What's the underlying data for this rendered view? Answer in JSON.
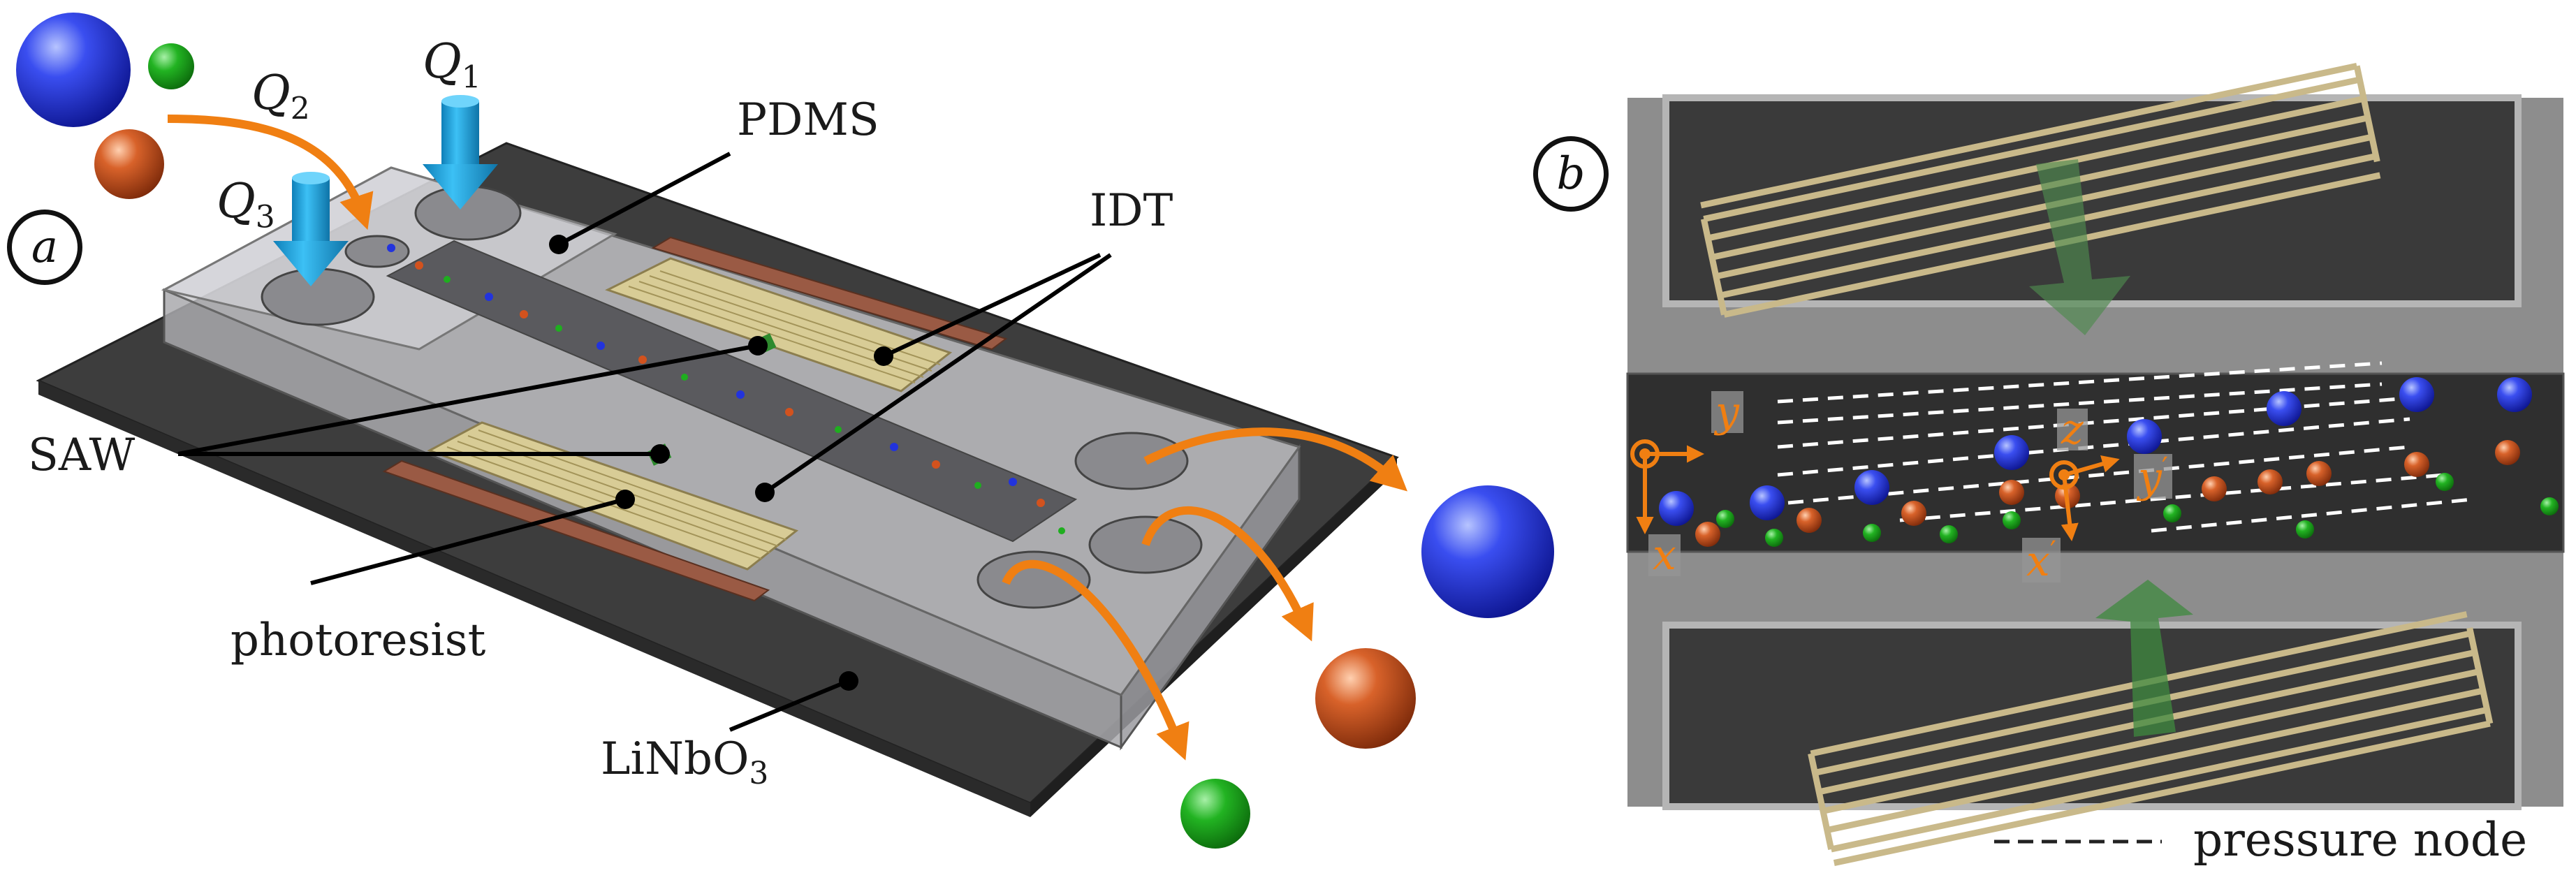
{
  "panel_a": {
    "badge": "a",
    "flow_labels": {
      "q1": "Q",
      "q1_sub": "1",
      "q2": "Q",
      "q2_sub": "2",
      "q3": "Q",
      "q3_sub": "3"
    },
    "labels": {
      "pdms": "PDMS",
      "idt": "IDT",
      "saw": "SAW",
      "photoresist": "photoresist",
      "linbo3_main": "LiNbO",
      "linbo3_sub": "3"
    }
  },
  "panel_b": {
    "badge": "b",
    "axes": {
      "y": "y",
      "x": "x",
      "z": "z",
      "y_prime": "y",
      "x_prime": "x",
      "prime": "′"
    },
    "legend": {
      "dash": "--------",
      "text": "pressure node"
    }
  },
  "colors": {
    "blue_particle": "#2233dd",
    "orange_particle": "#d2521e",
    "green_particle": "#1fae1f",
    "flow_arrow": "#f07f12",
    "inlet_arrow": "#1fa3dc",
    "electrode": "#c9b98a",
    "substrate": "#3b3b3b",
    "channel_dark": "#333333",
    "wave_arrow": "#4f8a4f"
  }
}
